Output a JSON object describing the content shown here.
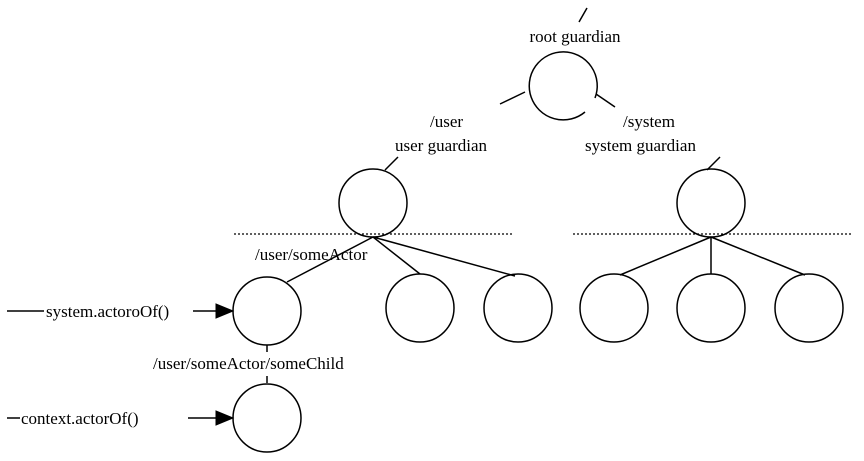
{
  "nodes": {
    "root": {
      "name": "root guardian"
    },
    "user": {
      "path": "/user",
      "name": "user guardian"
    },
    "system": {
      "path": "/system",
      "name": "system  guardian"
    },
    "some_actor": {
      "path": "/user/someActor"
    },
    "some_child": {
      "path": "/user/someActor/someChild"
    }
  },
  "calls": {
    "system_actor_of": "system.actoroOf()",
    "context_actor_of": "context.actorOf()"
  },
  "colors": {
    "stroke": "#000000",
    "background": "#ffffff"
  }
}
